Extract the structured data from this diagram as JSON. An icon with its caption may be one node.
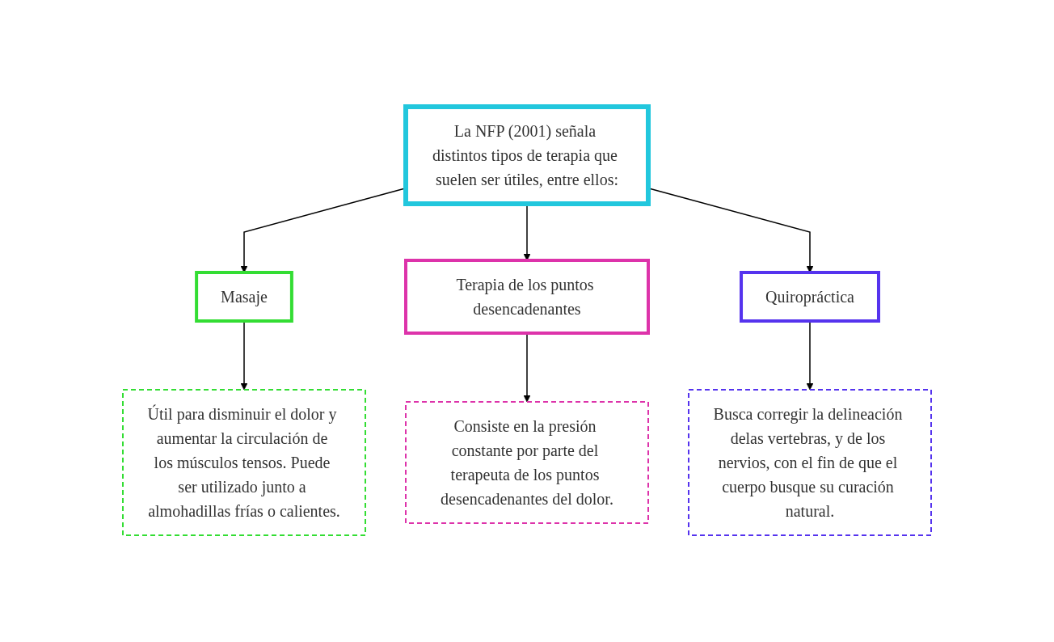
{
  "diagram": {
    "nodes": [
      {
        "text": [
          "La NFP (2001) señala distintos tipos de terapia que suelen ser útiles, entre ellos:"
        ]
      },
      {
        "text": [
          "Masaje"
        ]
      },
      {
        "text": [
          "Terapia de los puntos desencadenantes"
        ]
      },
      {
        "text": [
          "Quiropráctica"
        ]
      },
      {
        "text": [
          "Útil para disminuir el dolor y aumentar la circulación de los músculos tensos. Puede ser utilizado junto a almohadillas frías o calientes."
        ]
      },
      {
        "text": [
          "Consiste en la presión constante por parte del terapeuta de los puntos desencadenantes del dolor."
        ]
      },
      {
        "text": [
          "Busca corregir la delineación delas vertebras, y de los nervios, con el fin de que el cuerpo busque su curación natural."
        ]
      }
    ],
    "edges": [
      {
        "from": 0,
        "to": 1,
        "arrow": "to"
      },
      {
        "from": 0,
        "to": 2,
        "arrow": "to"
      },
      {
        "from": 0,
        "to": 3,
        "arrow": "to"
      },
      {
        "from": 1,
        "to": 4,
        "arrow": "to"
      },
      {
        "from": 2,
        "to": 5,
        "arrow": "to"
      },
      {
        "from": 3,
        "to": 6,
        "arrow": "to"
      }
    ]
  }
}
